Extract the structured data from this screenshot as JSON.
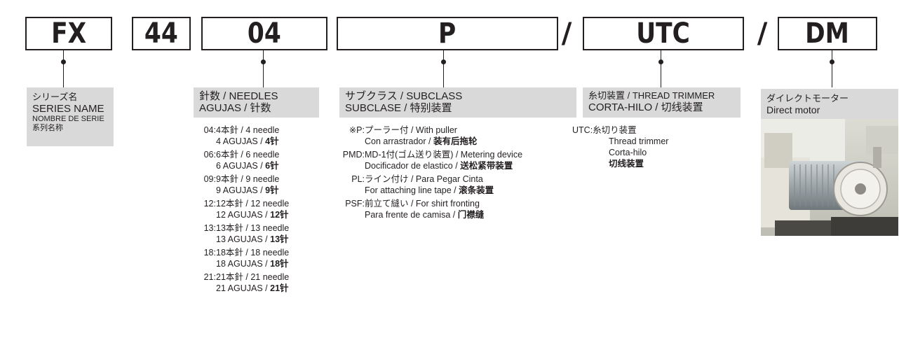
{
  "boxes": {
    "series": "FX",
    "model": "44",
    "needles": "04",
    "subclass": "P",
    "thread_trimmer": "UTC",
    "motor": "DM",
    "slash": "/"
  },
  "labels": {
    "series": [
      "シリーズ名",
      "SERIES NAME",
      "NOMBRE DE SERIE",
      "系列名称"
    ],
    "needles": [
      "針数 / NEEDLES",
      "AGUJAS / 针数"
    ],
    "subclass": [
      "サブクラス / SUBCLASS",
      "SUBCLASE / 特别装置"
    ],
    "thread_trimmer": [
      "糸切装置 / THREAD TRIMMER",
      "CORTA-HILO / 切线装置"
    ],
    "motor": [
      "ダイレクトモーター",
      "Direct motor"
    ]
  },
  "needle_options": [
    {
      "code": "04:",
      "line1": "4本針 / 4 needle",
      "line2_prefix": "4 AGUJAS / ",
      "line2_bold": "4针"
    },
    {
      "code": "06:",
      "line1": "6本針 / 6 needle",
      "line2_prefix": "6 AGUJAS / ",
      "line2_bold": "6针"
    },
    {
      "code": "09:",
      "line1": "9本針 / 9 needle",
      "line2_prefix": "9 AGUJAS / ",
      "line2_bold": "9针"
    },
    {
      "code": "12:",
      "line1": "12本針 / 12 needle",
      "line2_prefix": "12 AGUJAS / ",
      "line2_bold": "12针"
    },
    {
      "code": "13:",
      "line1": "13本針 / 13 needle",
      "line2_prefix": "13 AGUJAS / ",
      "line2_bold": "13针"
    },
    {
      "code": "18:",
      "line1": "18本針 / 18 needle",
      "line2_prefix": "18 AGUJAS / ",
      "line2_bold": "18针"
    },
    {
      "code": "21:",
      "line1": "21本針 / 21 needle",
      "line2_prefix": "21 AGUJAS / ",
      "line2_bold": "21针"
    }
  ],
  "subclass_options": [
    {
      "code": "※P:",
      "line1": "プーラー付 / With puller",
      "line2_prefix": "Con arrastrador / ",
      "line2_bold": "装有后拖轮"
    },
    {
      "code": "PMD:",
      "line1": "MD-1付(ゴム送り装置) / Metering device",
      "line2_prefix": "Docificador de elastico / ",
      "line2_bold": "送松紧带装置"
    },
    {
      "code": "PL:",
      "line1": "ライン付け / Para Pegar Cinta",
      "line2_prefix": "For attaching line tape / ",
      "line2_bold": "滚条装置"
    },
    {
      "code": "PSF:",
      "line1": "前立て縫い / For shirt fronting",
      "line2_prefix": "Para frente de camisa / ",
      "line2_bold": "门襟缝"
    }
  ],
  "trimmer_option": {
    "code": "UTC:",
    "line1": "糸切り装置",
    "line2": "Thread trimmer",
    "line3": "Corta-hilo",
    "line4_bold": "切线装置"
  },
  "colors": {
    "label_bg": "#d9d9d9",
    "ink": "#231f20"
  }
}
